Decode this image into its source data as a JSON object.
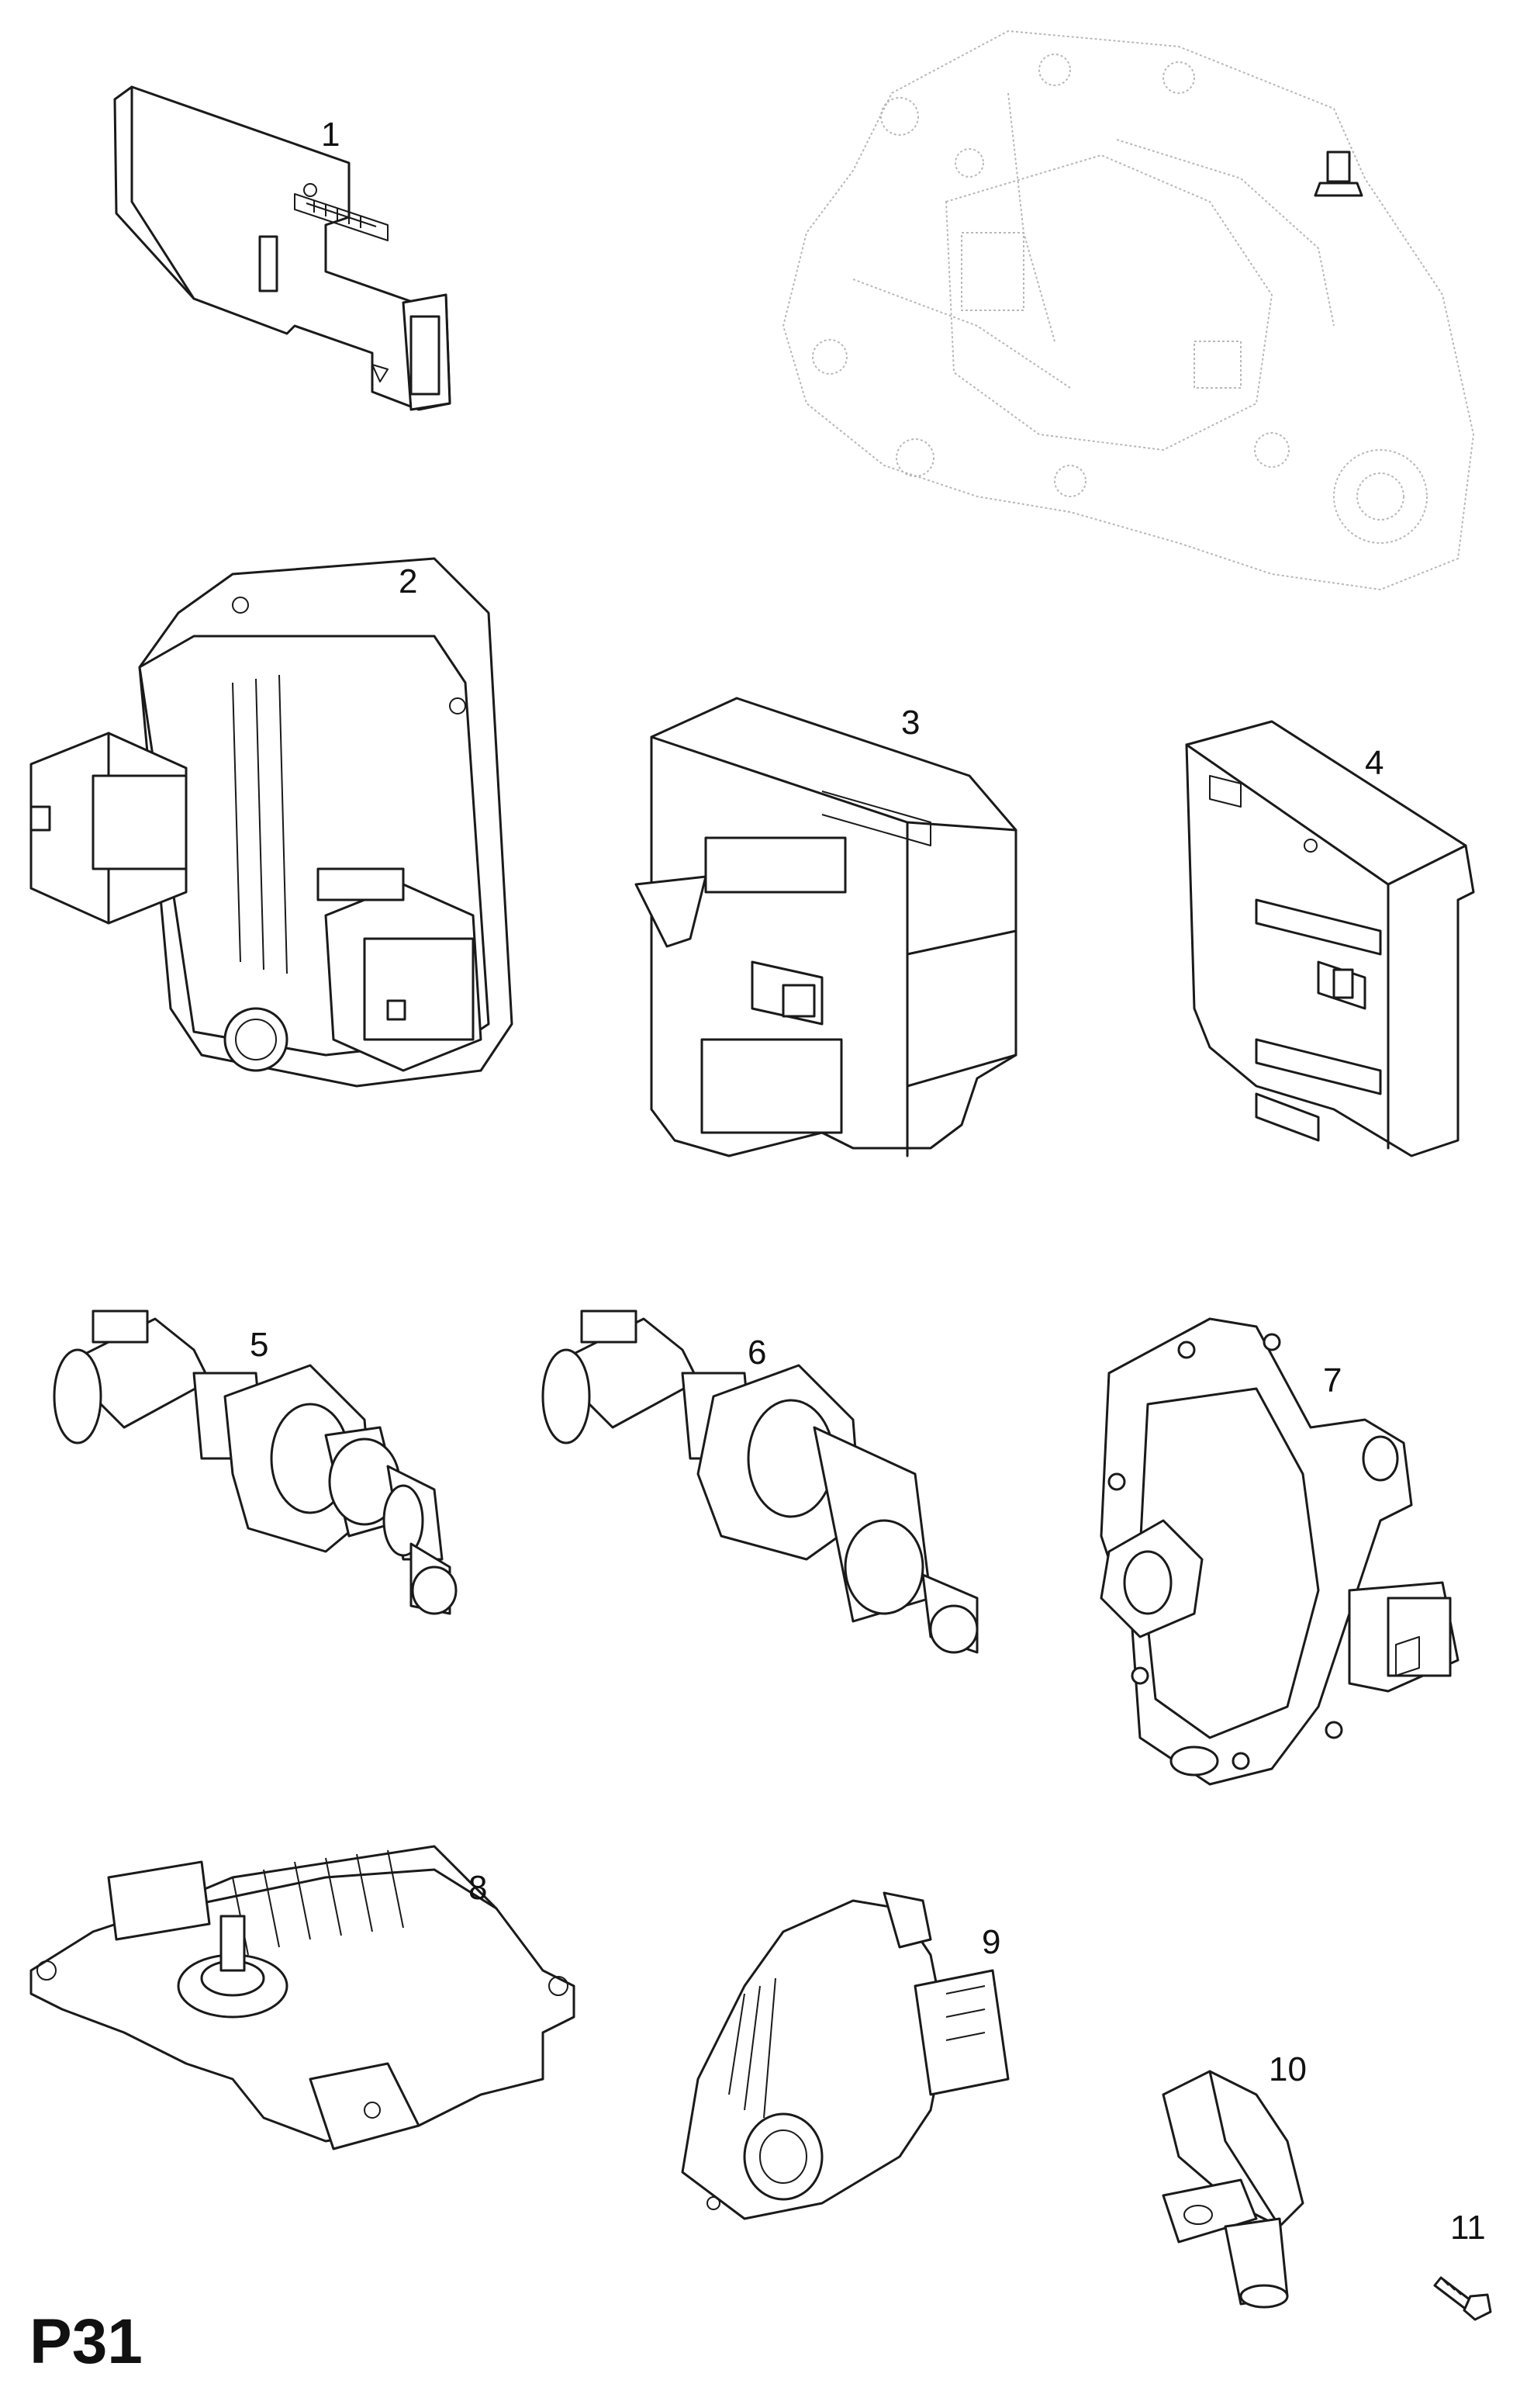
{
  "page": {
    "label": "P31"
  },
  "parts": [
    {
      "number": "1",
      "icon": "electrical-connector-module"
    },
    {
      "number": "2",
      "icon": "control-unit-with-connectors"
    },
    {
      "number": "3",
      "icon": "control-module-housing"
    },
    {
      "number": "4",
      "icon": "control-module-flat"
    },
    {
      "number": "5",
      "icon": "speed-sensor"
    },
    {
      "number": "6",
      "icon": "speed-sensor"
    },
    {
      "number": "7",
      "icon": "neutral-position-switch"
    },
    {
      "number": "8",
      "icon": "selector-lever-position-sensor"
    },
    {
      "number": "9",
      "icon": "park-neutral-switch"
    },
    {
      "number": "10",
      "icon": "crankshaft-position-sensor"
    },
    {
      "number": "11",
      "icon": "bolt"
    }
  ],
  "background": {
    "icon": "transmission-assembly-ghost"
  }
}
